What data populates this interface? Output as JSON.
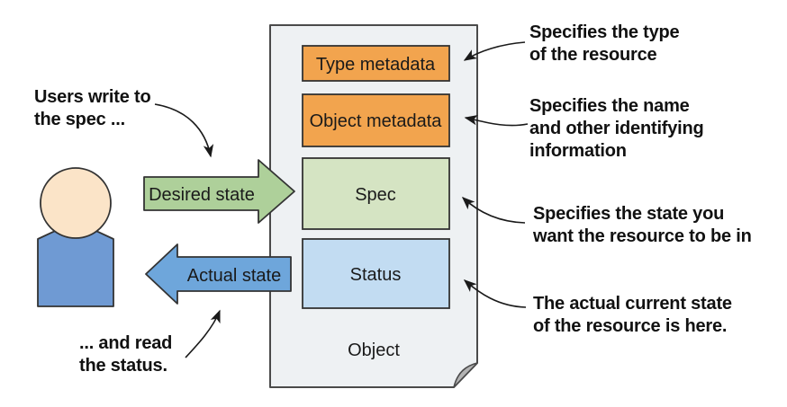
{
  "colors": {
    "doc_fill": "#eef1f3",
    "doc_border": "#4a4a4a",
    "box_border": "#333333",
    "orange": "#f2a44e",
    "green_box": "#d5e4c3",
    "blue_box": "#c2dcf2",
    "green_arrow": "#aed09a",
    "blue_arrow": "#6ea6db",
    "person_body": "#6f9ad3",
    "person_head": "#fbe4c8",
    "fold": "#b3b3b3",
    "arrow_line": "#1a1a1a"
  },
  "object": {
    "label": "Object",
    "boxes": [
      {
        "label": "Type metadata"
      },
      {
        "label": "Object metadata"
      },
      {
        "label": "Spec"
      },
      {
        "label": "Status"
      }
    ]
  },
  "flow_arrows": {
    "desired": {
      "label": "Desired state"
    },
    "actual": {
      "label": "Actual state"
    }
  },
  "annotations": {
    "users_write": {
      "lines": [
        "Users write to",
        "the spec ..."
      ]
    },
    "read_status": {
      "lines": [
        "... and read",
        "the status."
      ]
    },
    "type": {
      "lines": [
        "Specifies the type",
        "of the resource"
      ]
    },
    "name": {
      "lines": [
        "Specifies the name",
        "and other identifying",
        "information"
      ]
    },
    "spec": {
      "lines": [
        "Specifies the state you",
        "want the resource to be in"
      ]
    },
    "status": {
      "lines": [
        "The actual current state",
        "of the resource is here."
      ]
    }
  }
}
